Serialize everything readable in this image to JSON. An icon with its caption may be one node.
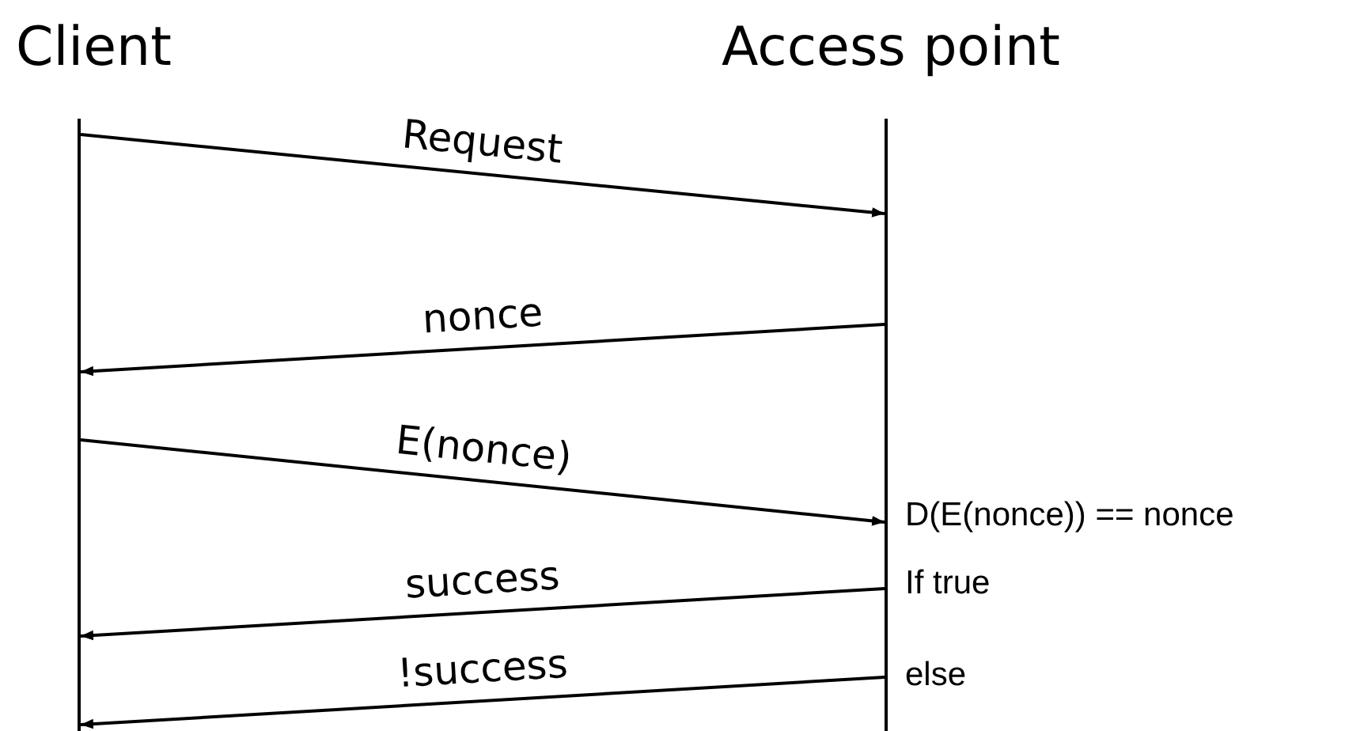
{
  "diagram": {
    "nodes": [
      {
        "text": [
          "Client"
        ]
      },
      {
        "text": [
          "Access point"
        ]
      }
    ],
    "edges": [
      {
        "from": 0,
        "to": 1,
        "arrow": "to",
        "label": "Request"
      },
      {
        "from": 1,
        "to": 0,
        "arrow": "to",
        "label": "nonce"
      },
      {
        "from": 0,
        "to": 1,
        "arrow": "to",
        "label": "E(nonce)"
      },
      {
        "from": 1,
        "to": 0,
        "arrow": "to",
        "label": "success"
      },
      {
        "from": 1,
        "to": 0,
        "arrow": "to",
        "label": "!success"
      }
    ],
    "labels": [
      "D(E(nonce)) == nonce",
      "If true",
      "else"
    ]
  }
}
